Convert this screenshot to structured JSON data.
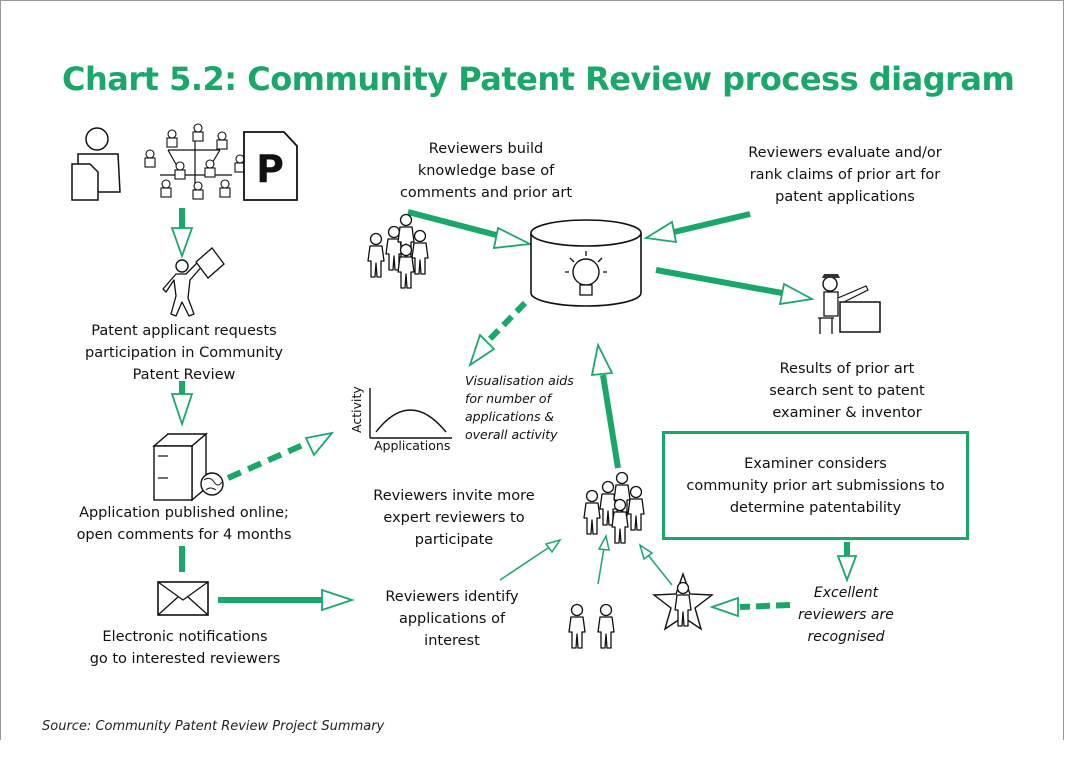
{
  "title": "Chart 5.2: Community Patent Review process diagram",
  "source": "Source: Community Patent Review Project Summary",
  "colors": {
    "accent": "#1aa86a",
    "ink": "#111111"
  },
  "patent_badge": "P",
  "labels": {
    "applicant_request": "Patent applicant requests\nparticipation in Community\nPatent Review",
    "published_online": "Application published online;\nopen comments for 4 months",
    "notifications": "Electronic notifications\ngo to interested reviewers",
    "knowledge_base": "Reviewers build\nknowledge base of\ncomments and prior art",
    "evaluate_rank": "Reviewers evaluate and/or\nrank claims of prior art for\npatent applications",
    "results_sent": "Results of prior art\nsearch sent to patent\nexaminer & inventor",
    "examiner_considers": "Examiner considers\ncommunity prior art submissions to\ndetermine patentability",
    "invite_experts": "Reviewers invite more\nexpert reviewers to\nparticipate",
    "identify_apps": "Reviewers identify\napplications of\ninterest",
    "visualisation": "Visualisation aids\nfor number of\napplications &\noverall activity",
    "recognised": "Excellent\nreviewers are\nrecognised"
  },
  "mini_chart": {
    "xlabel": "Applications",
    "ylabel": "Activity"
  },
  "icons": [
    "document-network-icon",
    "person-with-flag-icon",
    "server-globe-icon",
    "envelope-icon",
    "reviewer-group-icon",
    "database-lightbulb-icon",
    "examiner-desk-icon",
    "star-reviewer-icon"
  ]
}
